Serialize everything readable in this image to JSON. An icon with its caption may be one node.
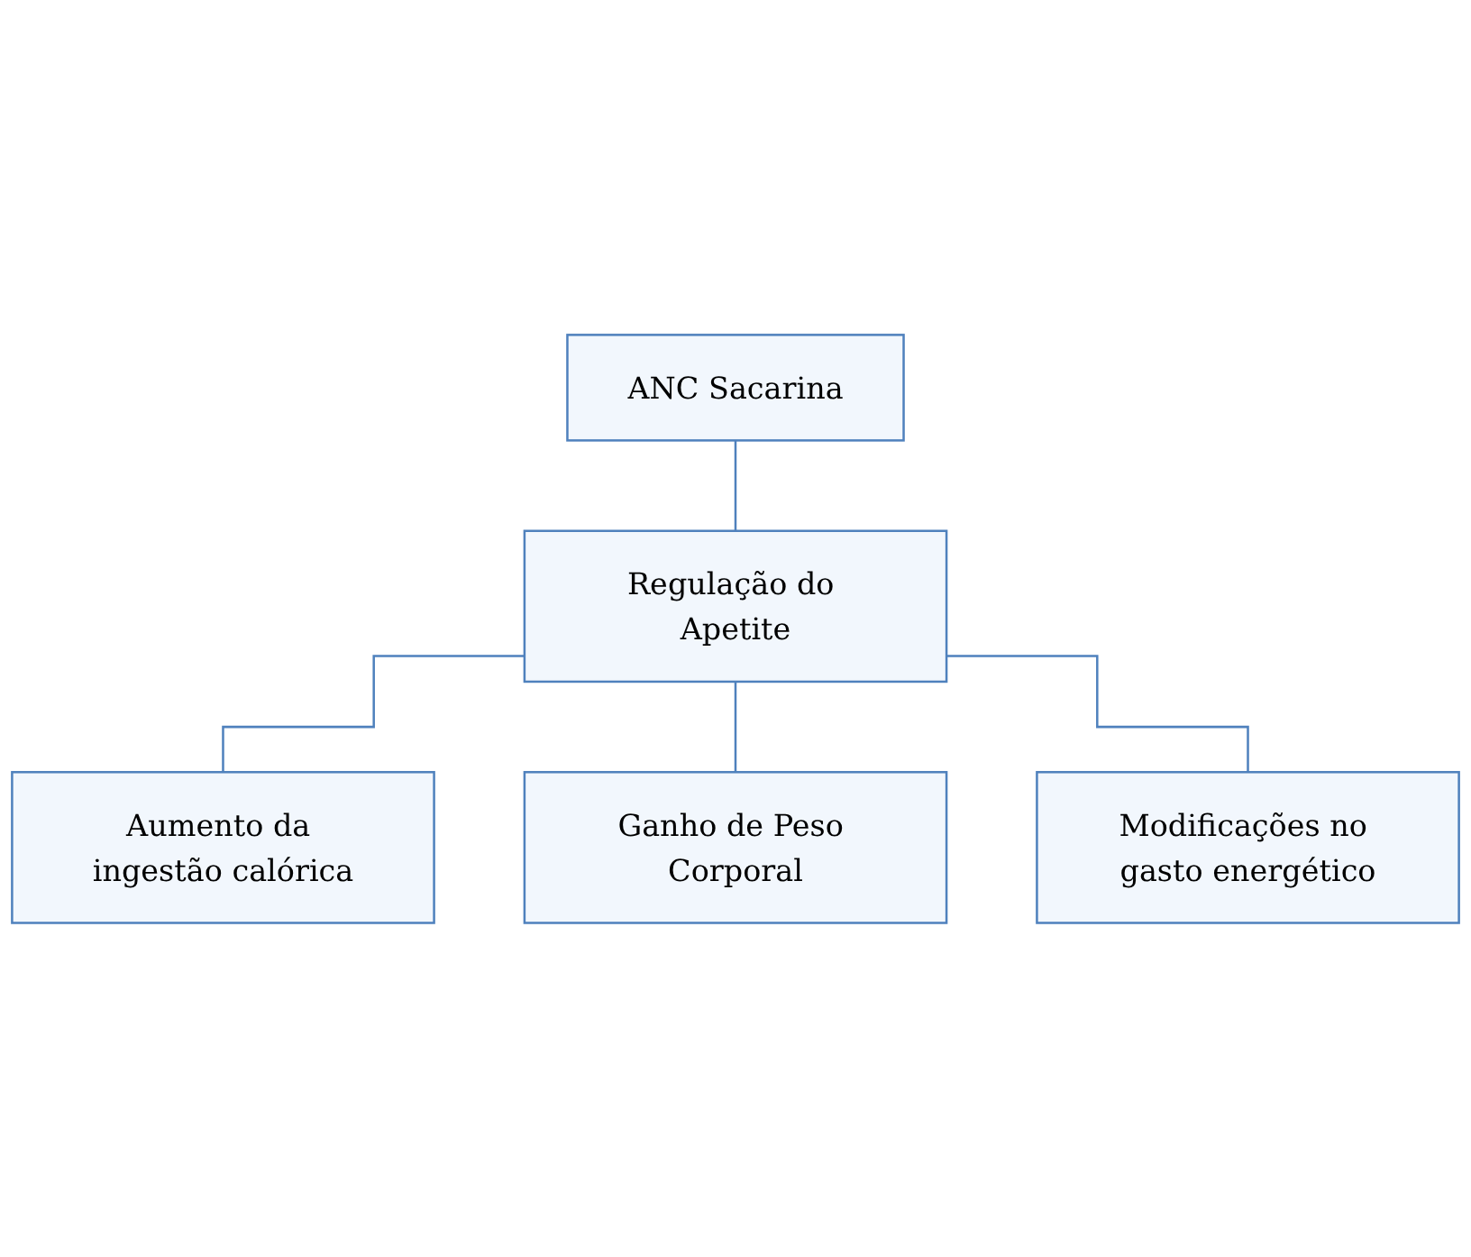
{
  "diagram": {
    "nodes": [
      {
        "text": [
          "ANC Sacarina"
        ]
      },
      {
        "text": [
          "Regulação do Apetite"
        ]
      },
      {
        "text": [
          "Aumento da ingestão calórica"
        ]
      },
      {
        "text": [
          "Modificações no gasto energético"
        ]
      },
      {
        "text": [
          "Ganho de Peso Corporal"
        ]
      }
    ],
    "edges": [
      {
        "from": 0,
        "to": 1,
        "arrow": "none"
      },
      {
        "from": 1,
        "to": 2,
        "arrow": "none"
      },
      {
        "from": 1,
        "to": 4,
        "arrow": "none"
      },
      {
        "from": 1,
        "to": 3,
        "arrow": "none"
      }
    ]
  }
}
